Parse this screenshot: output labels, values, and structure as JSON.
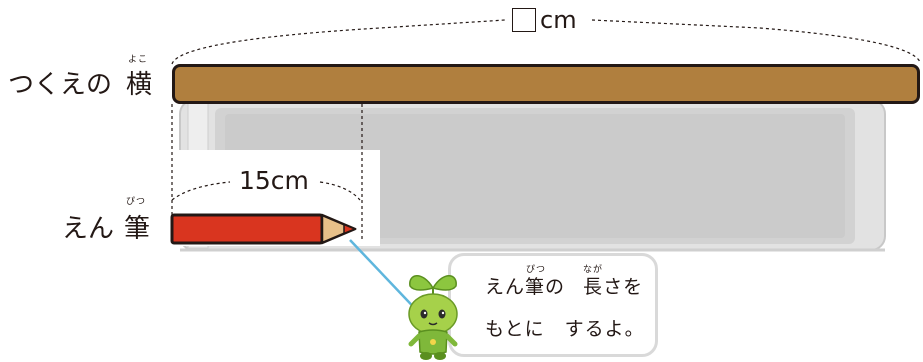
{
  "desk": {
    "label": "つくえの",
    "kanji": "横",
    "ruby": "よこ",
    "color": "#b07f3e"
  },
  "pencil": {
    "label": "えん",
    "kanji": "筆",
    "ruby": "ぴつ",
    "color": "#d9351f",
    "wood_color": "#e8c089"
  },
  "dimensions": {
    "desk_length": "cm",
    "desk_blank": "",
    "pencil_length": "15cm"
  },
  "bubble": {
    "line1_a": "えん",
    "line1_kanji1": "筆",
    "line1_ruby1": "ぴつ",
    "line1_b": "の",
    "line1_kanji2": "長",
    "line1_ruby2": "なが",
    "line1_c": "さを",
    "line2": "もとに　するよ。"
  },
  "character": {
    "icon": "sprout-character-icon",
    "body_color": "#9ccc3a"
  },
  "colors": {
    "line": "#231815",
    "window_frame": "#d4d4d4",
    "glass": "#d9d9d9",
    "pointer": "#5fb6dd"
  }
}
